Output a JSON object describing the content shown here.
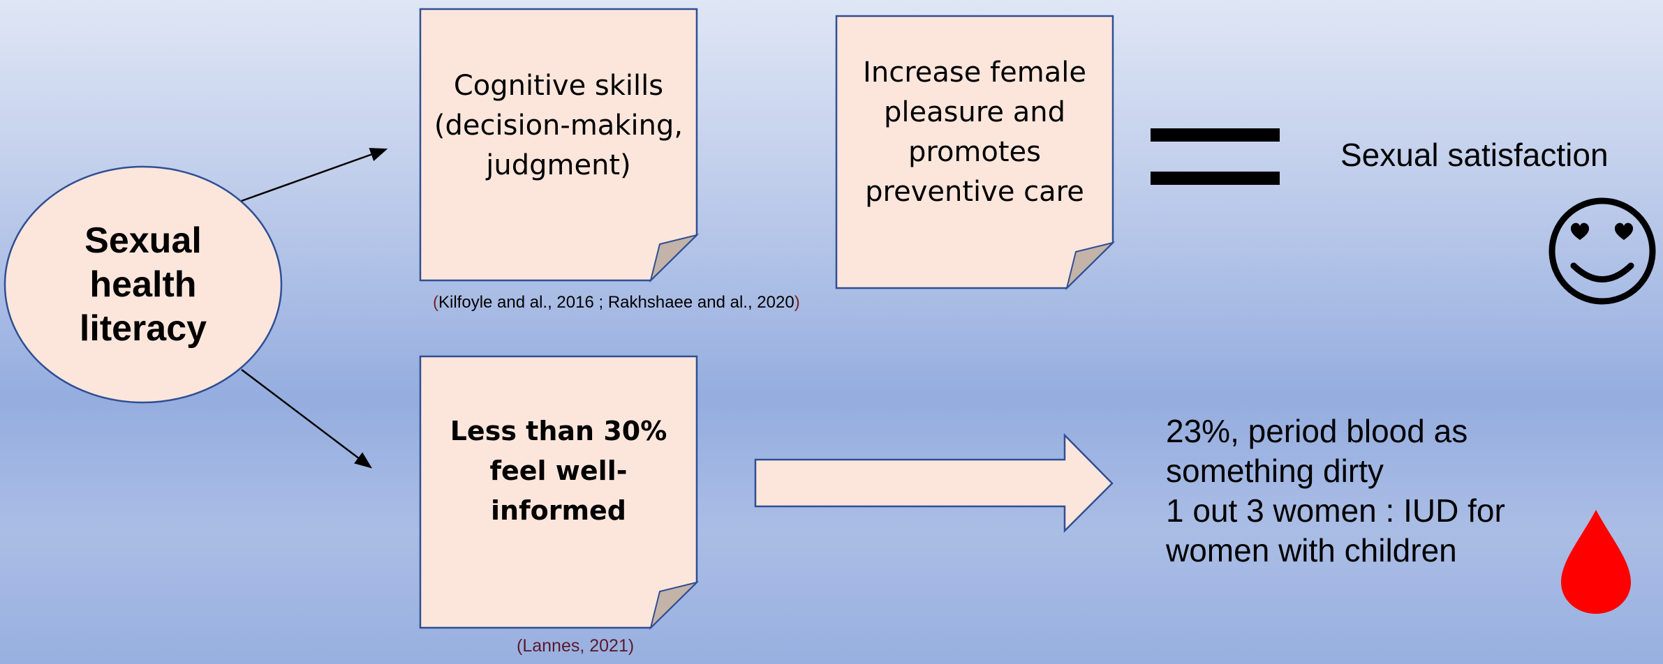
{
  "concept": {
    "line1": "Sexual",
    "line2": "health",
    "line3": "literacy"
  },
  "notes": {
    "cognitive": {
      "line1": "Cognitive skills",
      "line2": "(decision-making,",
      "line3": "judgment)"
    },
    "pleasure": {
      "line1": "Increase female",
      "line2": "pleasure and",
      "line3": "promotes",
      "line4": "preventive care"
    },
    "informed": {
      "line1": "Less than 30%",
      "line2": "feel well-",
      "line3": "informed"
    }
  },
  "references": {
    "top_open": "(",
    "top_body": "Kilfoyle and al., 2016 ; Rakhshaee and al., 2020",
    "top_close": ")",
    "bottom": "(Lannes, 2021)"
  },
  "outcomes": {
    "satisfaction": "Sexual satisfaction",
    "facts": {
      "line1": "23%, period blood as",
      "line2": "something dirty",
      "line3": "1 out 3 women : IUD for",
      "line4": "women with children"
    }
  },
  "icons": {
    "smiley": "heart-eyes-smiley-icon",
    "drop": "blood-drop-icon",
    "equals": "equals-sign"
  },
  "colors": {
    "shape_fill": "#fce6dc",
    "shape_stroke": "#2f4f94",
    "fold": "#c4b3a8",
    "drop": "#ff0000"
  }
}
